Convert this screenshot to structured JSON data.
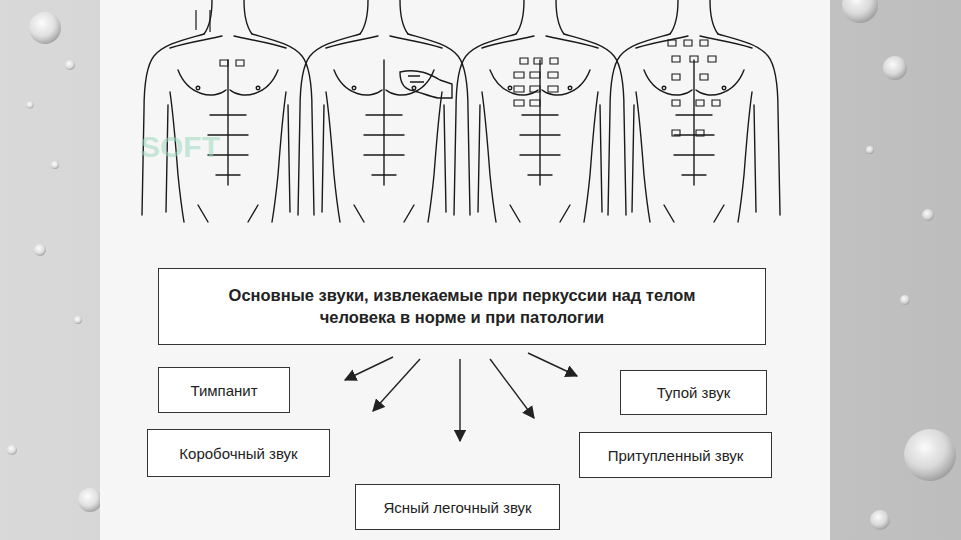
{
  "diagram": {
    "title": "Основные звуки, извлекаемые при перкуссии над телом человека в норме и при патологии",
    "nodes": [
      {
        "text": [
          "Тимпанит"
        ]
      },
      {
        "text": [
          "Тупой звук"
        ]
      },
      {
        "text": [
          "Коробочный звук"
        ]
      },
      {
        "text": [
          "Притупленный звук"
        ]
      },
      {
        "text": [
          "Ясный легочный звук"
        ]
      }
    ],
    "edges": [],
    "labels": [
      "SOFT"
    ]
  }
}
